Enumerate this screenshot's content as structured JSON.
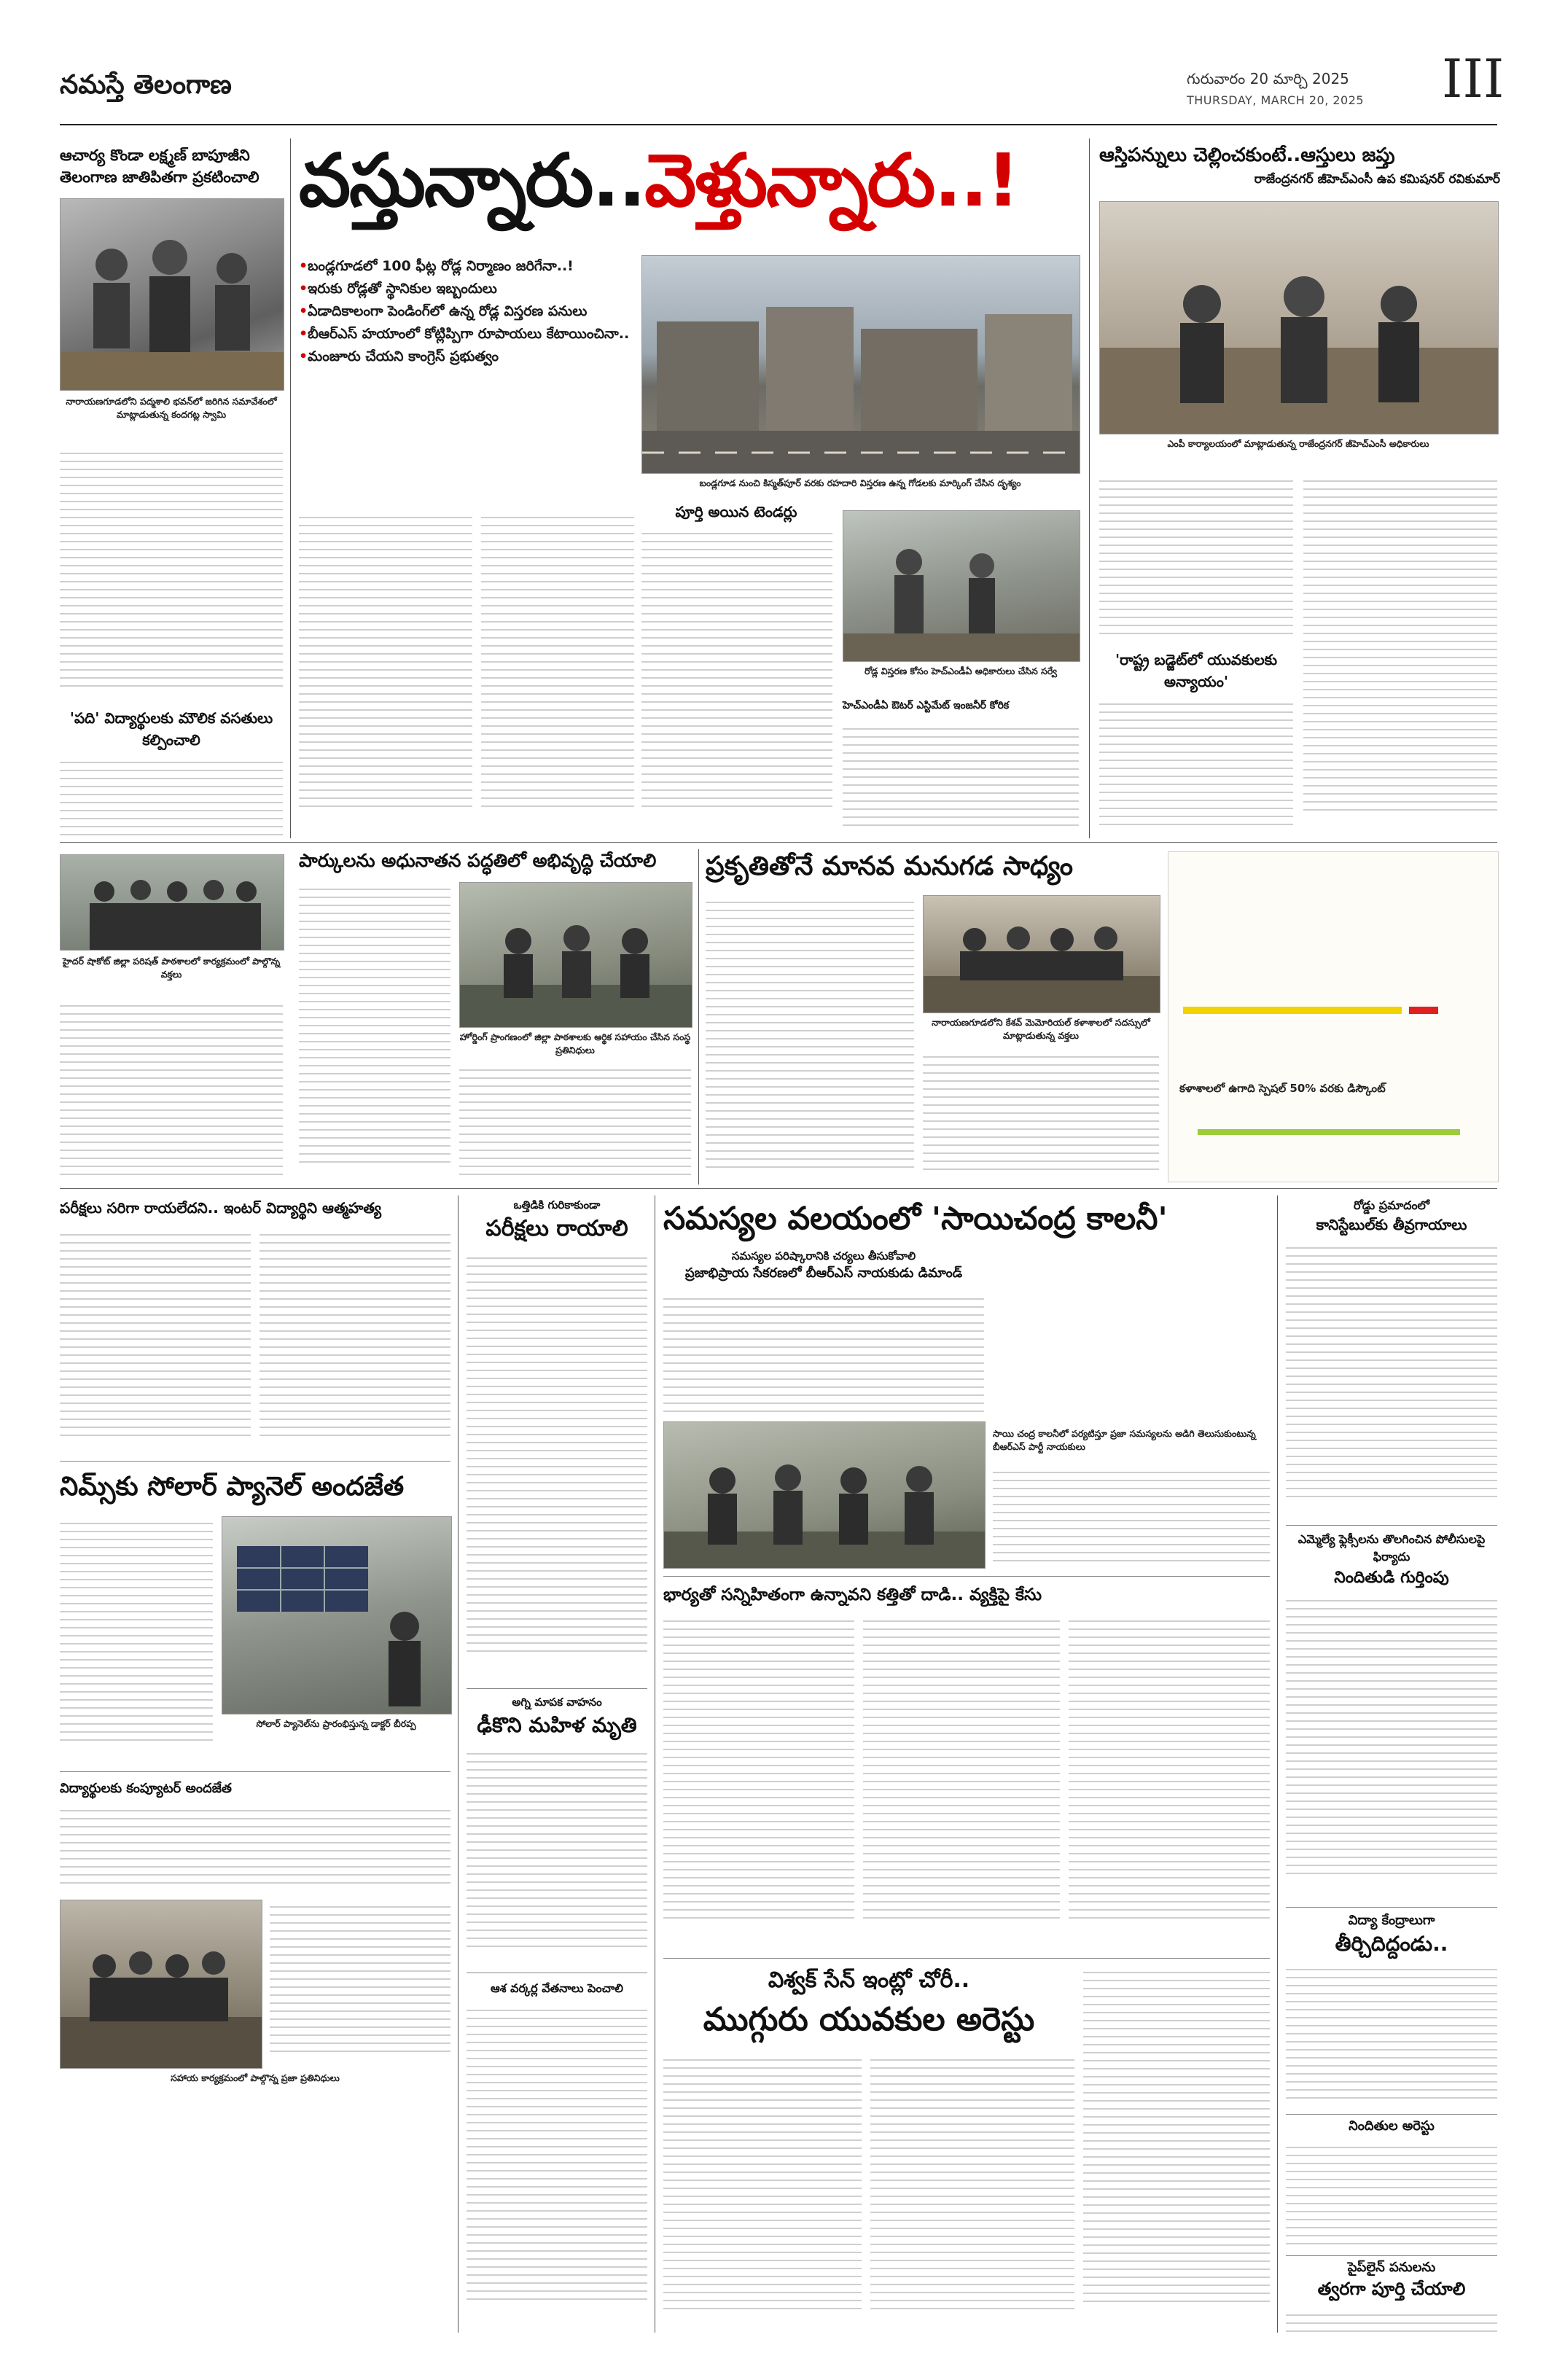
{
  "header": {
    "paper_name": "నమస్తే తెలంగాణ",
    "date_te": "గురువారం 20 మార్చి 2025",
    "date_en": "THURSDAY, MARCH 20, 2025",
    "page_no": "III"
  },
  "top_left": {
    "headline": "ఆచార్య కొండా లక్ష్మణ్ బాపూజీని తెలంగాణ జాతిపితగా ప్రకటించాలి",
    "photo_caption": "నారాయణగూడలోని పద్మశాలి భవన్‌లో జరిగిన సమావేశంలో మాట్లాడుతున్న కందగట్ల స్వామి",
    "sub1": "'పది' విద్యార్థులకు మౌలిక వసతులు కల్పించాలి"
  },
  "lead": {
    "headline_part1": "వస్తున్నారు..",
    "headline_part2": "వెళ్తున్నారు..!",
    "bullets": [
      "బండ్లగూడలో 100 ఫీట్ల రోడ్ల నిర్మాణం జరిగేనా..!",
      "ఇరుకు రోడ్లతో స్థానికుల ఇబ్బందులు",
      "ఏడాదికాలంగా పెండింగ్‌లో ఉన్న రోడ్ల విస్తరణ పనులు",
      "బీఆర్ఎస్ హయాంలో కోట్లిప్పిగా రూపాయలు కేటాయించినా..",
      "మంజూరు చేయని కాంగ్రెస్ ప్రభుత్వం"
    ],
    "photo_caption": "బండ్లగూడ నుంచి కిస్మత్‌పూర్ వరకు రహదారి విస్తరణ ఉన్న గోడలకు మార్కింగ్ చేసిన దృశ్యం",
    "sub1": "పూర్తి అయిన టెండర్లు",
    "photo2_caption": "రోడ్ల విస్తరణ కోసం హెచ్ఎండీఏ అధికారులు చేసిన సర్వే",
    "sub2": "హెచ్ఎండీఏ ఔటర్ ఎస్టిమేట్ ఇంజనీర్ కోరిక"
  },
  "top_right": {
    "headline": "ఆస్తిపన్నులు చెల్లించకుంటే..ఆస్తులు జప్తు",
    "subhead": "రాజేంద్రనగర్ జీహెచ్ఎంసీ ఉప కమిషనర్ రవికుమార్",
    "photo_caption": "ఎంపీ కార్యాలయంలో మాట్లాడుతున్న రాజేంద్రనగర్ జీహెచ్ఎంసీ అధికారులు",
    "sub1": "'రాష్ట్ర బడ్జెట్‌లో యువకులకు అన్యాయం'"
  },
  "mid_row": {
    "parks_headline": "పార్కులను అధునాతన పద్ధతిలో అభివృద్ధి చేయాలి",
    "parks_caption": "హైదర్ షాకోట్ జిల్లా పరిషత్ పాఠశాలలో కార్యక్రమంలో పాల్గొన్న వక్తలు",
    "parks_photo2_caption": "హోర్డింగ్ ప్రాంగణంలో జిల్లా పాఠశాలకు ఆర్థిక సహాయం చేసిన సంస్థ ప్రతినిధులు",
    "nature_headline": "ప్రకృతితోనే మానవ మనుగడ సాధ్యం",
    "nature_caption": "నారాయణగూడలోని కేశవ్ మెమోరియల్ కళాశాలలో సదస్సులో మాట్లాడుతున్న వక్తలు",
    "ad_caption": "కళాశాలలో ఉగాది స్పెషల్ 50% వరకు డిస్కౌంట్"
  },
  "lower_left": {
    "exam_headline": "పరీక్షలు సరిగా రాయలేదని.. ఇంటర్ విద్యార్థిని ఆత్మహత్య",
    "nimms_headline": "నిమ్స్‌కు సోలార్ ప్యానెల్ అందజేత",
    "nimms_caption": "సోలార్ ప్యానెల్‌ను ప్రారంభిస్తున్న డాక్టర్ బీరప్ప",
    "desk_headline": "విద్యార్థులకు కంప్యూటర్ అందజేత",
    "desk_caption": "సహాయ కార్యక్రమంలో పాల్గొన్న ప్రజా ప్రతినిధులు"
  },
  "lower_mid": {
    "kicker": "ఒత్తిడికి గురికాకుండా",
    "exam2_headline": "పరీక్షలు రాయాలి",
    "crash_kicker": "అగ్ని మాపక వాహనం",
    "crash_headline": "ఢీకొని మహిళ మృతి",
    "pay_headline": "ఆశ వర్కర్ల వేతనాలు పెంచాలి"
  },
  "lower_center": {
    "headline": "సమస్యల వలయంలో 'సాయిచంద్ర కాలనీ'",
    "kicker": "సమస్యల పరిష్కారానికి చర్యలు తీసుకోవాలి",
    "subhead": "ప్రజాభిప్రాయ సేకరణలో బీఆర్ఎస్ నాయకుడు డిమాండ్",
    "photo_caption": "సాయి చంద్ర కాలనీలో పర్యటిస్తూ ప్రజా సమస్యలను అడిగి తెలుసుకుంటున్న బీఆర్ఎస్ పార్టీ నాయకులు",
    "wife_headline": "భార్యతో సన్నిహితంగా ఉన్నావని కత్తితో దాడి.. వ్యక్తిపై కేసు",
    "theft_kicker": "విశ్వక్ సేన్ ఇంట్లో చోరీ..",
    "theft_headline": "ముగ్గురు యువకుల అరెస్టు"
  },
  "lower_right": {
    "road_kicker": "రోడ్డు ప్రమాదంలో",
    "road_headline": "కానిస్టేబుల్‌కు తీవ్రగాయాలు",
    "mla_headline": "ఎమ్మెల్యే ఫ్లెక్సీలను తొలగించిన పోలీసులపై ఫిర్యాదు",
    "mla_kicker": "నిందితుడి గుర్తింపు",
    "edu_kicker": "విద్యా కేంద్రాలుగా",
    "edu_headline": "తీర్చిదిద్దండు..",
    "arrest_headline": "నిందితుల అరెస్టు",
    "pipe_kicker": "పైప్‌లైన్ పనులను",
    "pipe_headline": "త్వరగా పూర్తి చేయాలి"
  },
  "colors": {
    "accent_red": "#d40000",
    "ink": "#1a1a1a",
    "rule": "#222222"
  }
}
